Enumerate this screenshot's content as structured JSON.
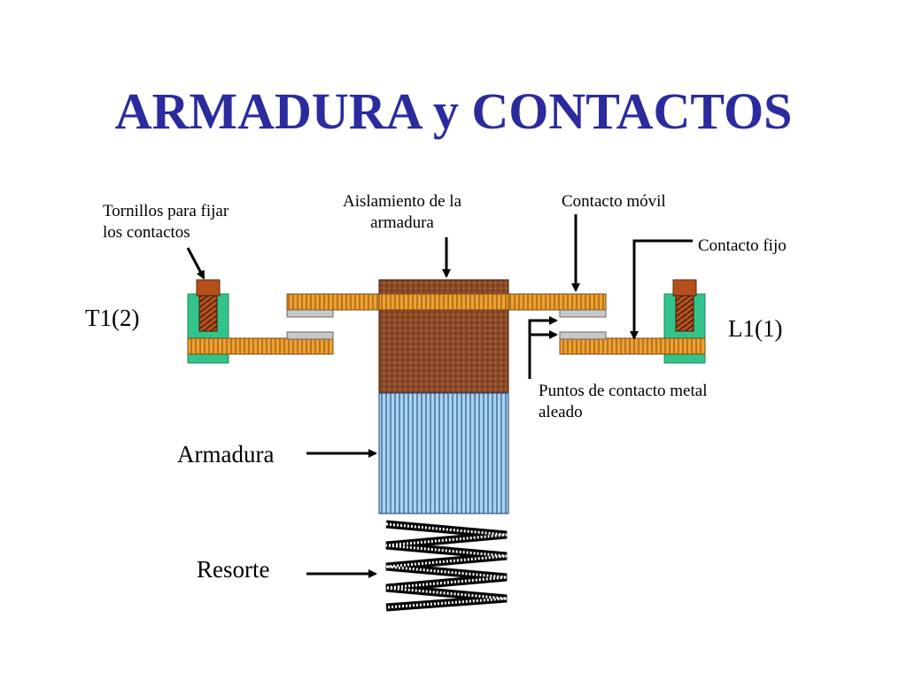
{
  "slide": {
    "title": "ARMADURA y CONTACTOS",
    "labels": {
      "tornillos_line1": "Tornillos para fijar",
      "tornillos_line2": "los contactos",
      "aislamiento_line1": "Aislamiento de la",
      "aislamiento_line2": "armadura",
      "contacto_movil": "Contacto móvil",
      "contacto_fijo": "Contacto fijo",
      "t1": "T1(2)",
      "l1": "L1(1)",
      "puntos_line1": "Puntos de contacto metal",
      "puntos_line2": "aleado",
      "armadura": "Armadura",
      "resorte": "Resorte"
    }
  },
  "colors": {
    "title": "#2b2b9e",
    "contact_bar": "#f0a030",
    "insulation": "#8a4a28",
    "armature": "#a8d4f2",
    "terminal_block": "#33c48c",
    "screw": "#b5501c",
    "contact_point": "#c8c8c8"
  }
}
